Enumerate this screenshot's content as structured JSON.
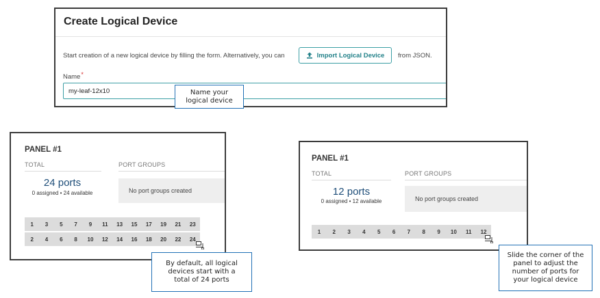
{
  "create_form": {
    "title": "Create Logical Device",
    "intro": "Start creation of a new logical device by filling the form. Alternatively, you can",
    "import_button": "Import Logical Device",
    "import_icon": "upload-icon",
    "from_json": "from JSON.",
    "name_label": "Name",
    "required_mark": "*",
    "name_value": "my-leaf-12x10"
  },
  "callouts": {
    "name": "Name your\nlogical device",
    "default": "By default, all logical\ndevices start with a\ntotal of 24 ports",
    "slide": "Slide the corner of the\npanel to adjust the\nnumber of ports for\nyour logical device"
  },
  "panel_left": {
    "title": "PANEL #1",
    "total_label": "TOTAL",
    "port_groups_label": "PORT GROUPS",
    "ports_count": "24 ports",
    "ports_sub": "0 assigned • 24 available",
    "no_groups": "No port groups created",
    "row_odd": [
      "1",
      "3",
      "5",
      "7",
      "9",
      "11",
      "13",
      "15",
      "17",
      "19",
      "21",
      "23"
    ],
    "row_even": [
      "2",
      "4",
      "6",
      "8",
      "10",
      "12",
      "14",
      "16",
      "18",
      "20",
      "22",
      "24"
    ]
  },
  "panel_right": {
    "title": "PANEL #1",
    "total_label": "TOTAL",
    "port_groups_label": "PORT GROUPS",
    "ports_count": "12 ports",
    "ports_sub": "0 assigned • 12 available",
    "no_groups": "No port groups created",
    "row": [
      "1",
      "2",
      "3",
      "4",
      "5",
      "6",
      "7",
      "8",
      "9",
      "10",
      "11",
      "12"
    ]
  },
  "colors": {
    "accent": "#3a9ea4",
    "callout_border": "#1f6fb5",
    "ports_count": "#1f4e79",
    "required": "#d62f2f"
  }
}
